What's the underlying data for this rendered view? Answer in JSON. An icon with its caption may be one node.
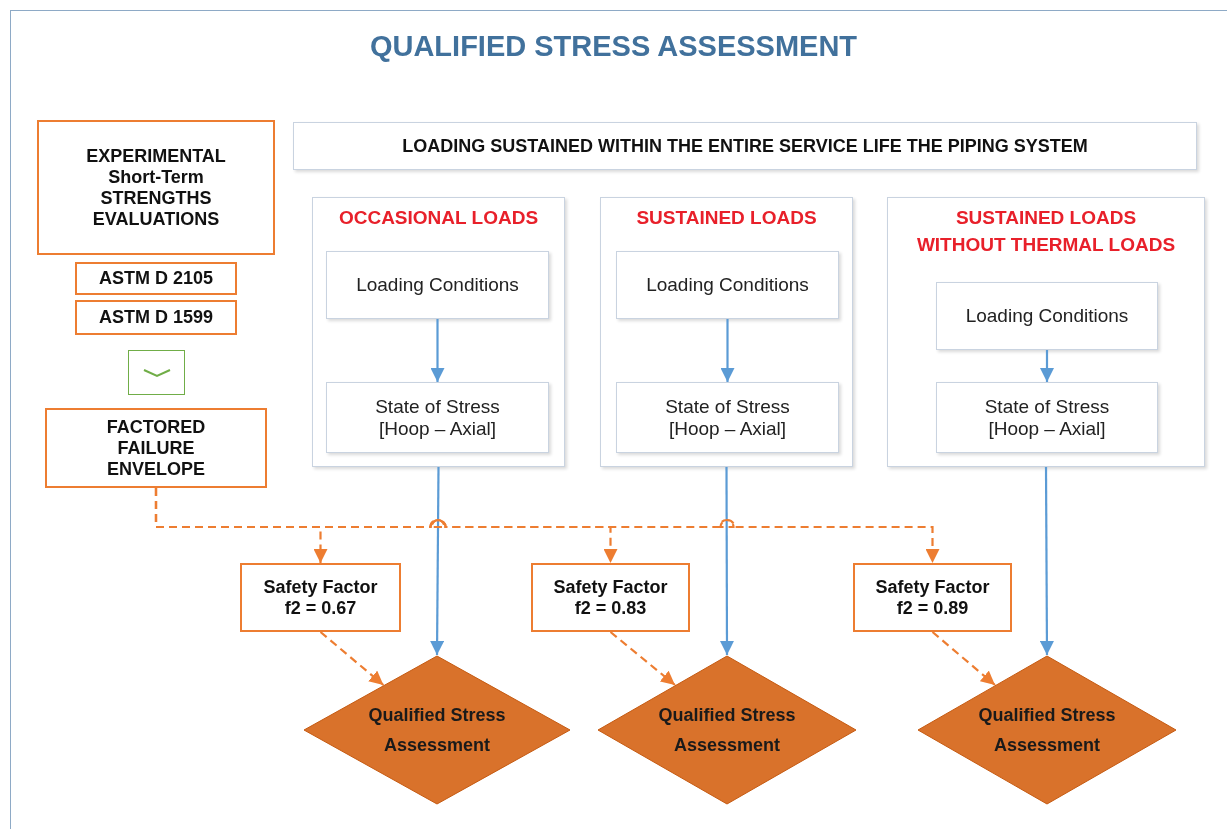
{
  "diagram": {
    "title": "QUALIFIED STRESS ASSESSMENT",
    "nodes": [
      {
        "text": [
          "EXPERIMENTAL Short-Term STRENGTHS EVALUATIONS"
        ]
      },
      {
        "text": [
          "ASTM D 2105"
        ]
      },
      {
        "text": [
          "ASTM D 1599"
        ]
      },
      {
        "text": [],
        "shape": "box"
      },
      {
        "text": [
          "FACTORED FAILURE ENVELOPE"
        ]
      },
      {
        "text": [
          "LOADING SUSTAINED WITHIN THE ENTIRE SERVICE LIFE THE PIPING SYSTEM"
        ]
      },
      {
        "text": [
          "OCCASIONAL LOADS"
        ]
      },
      {
        "text": [
          "Loading Conditions"
        ],
        "in": 6
      },
      {
        "text": [
          "State of Stress [Hoop – Axial]"
        ],
        "in": 6
      },
      {
        "text": [
          "SUSTAINED LOADS"
        ]
      },
      {
        "text": [
          "Loading Conditions"
        ],
        "in": 9
      },
      {
        "text": [
          "State of Stress [Hoop – Axial]"
        ],
        "in": 9
      },
      {
        "text": [
          "SUSTAINED LOADS WITHOUT THERMAL LOADS"
        ]
      },
      {
        "text": [
          "Loading Conditions"
        ],
        "in": 12
      },
      {
        "text": [
          "State of Stress [Hoop – Axial]"
        ],
        "in": 12
      },
      {
        "text": [
          "Safety Factor f2 = 0.67"
        ]
      },
      {
        "text": [
          "Safety Factor f2 = 0.83"
        ]
      },
      {
        "text": [
          "Safety Factor f2 = 0.89"
        ]
      },
      {
        "text": [
          "Qualified Stress Assessment"
        ]
      },
      {
        "text": [
          "Qualified Stress Assessment"
        ]
      },
      {
        "text": [
          "Qualified Stress Assessment"
        ]
      }
    ],
    "edges": [
      {
        "from": 7,
        "to": 8,
        "arrow": "to"
      },
      {
        "from": 10,
        "to": 11,
        "arrow": "to"
      },
      {
        "from": 13,
        "to": 14,
        "arrow": "to"
      },
      {
        "from": 6,
        "to": 18,
        "arrow": "to"
      },
      {
        "from": 9,
        "to": 19,
        "arrow": "to"
      },
      {
        "from": 12,
        "to": 20,
        "arrow": "to"
      },
      {
        "from": 4,
        "to": 15,
        "arrow": "to",
        "style": "dashed",
        "color": "#ed7d31"
      },
      {
        "from": 4,
        "to": 16,
        "arrow": "to",
        "style": "dashed",
        "color": "#ed7d31"
      },
      {
        "from": 4,
        "to": 17,
        "arrow": "to",
        "style": "dashed",
        "color": "#ed7d31"
      },
      {
        "from": 15,
        "to": 18,
        "arrow": "to",
        "style": "dashed",
        "color": "#ed7d31"
      },
      {
        "from": 16,
        "to": 19,
        "arrow": "to",
        "style": "dashed",
        "color": "#ed7d31"
      },
      {
        "from": 17,
        "to": 20,
        "arrow": "to",
        "style": "dashed",
        "color": "#ed7d31"
      }
    ]
  }
}
